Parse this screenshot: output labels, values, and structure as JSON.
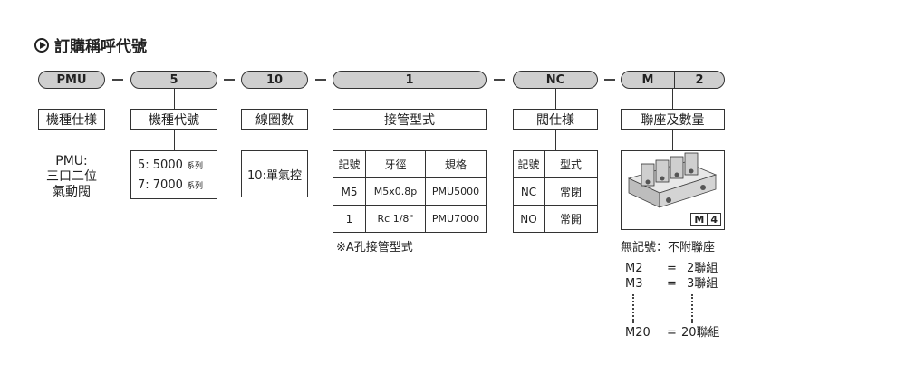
{
  "title": "訂購稱呼代號",
  "pills": [
    "PMU",
    "5",
    "10",
    "1",
    "NC",
    "M",
    "2"
  ],
  "headers": [
    "機種仕様",
    "機種代號",
    "線圈數",
    "接管型式",
    "閥仕様",
    "聯座及數量"
  ],
  "model_spec": {
    "line1": "PMU:",
    "line2": "三口二位",
    "line3": "氣動閥"
  },
  "model_code": {
    "rows": [
      {
        "code": "5: 5000",
        "suffix": "系列"
      },
      {
        "code": "7: 7000",
        "suffix": "系列"
      }
    ]
  },
  "coil": {
    "text": "10:單氣控"
  },
  "port_table": {
    "headers": [
      "記號",
      "牙徑",
      "規格"
    ],
    "rows": [
      [
        "M5",
        "M5x0.8p",
        "PMU5000"
      ],
      [
        "1",
        "Rc 1/8\"",
        "PMU7000"
      ]
    ],
    "note": "※A孔接管型式"
  },
  "valve_table": {
    "headers": [
      "記號",
      "型式"
    ],
    "rows": [
      [
        "NC",
        "常閉"
      ],
      [
        "NO",
        "常開"
      ]
    ]
  },
  "manifold": {
    "image_label_m": "M",
    "image_label_n": "4",
    "no_mark": "無記號：不附聯座",
    "items": [
      {
        "code": "M2",
        "eq": "=",
        "val": "2聯組"
      },
      {
        "code": "M3",
        "eq": "=",
        "val": "3聯組"
      },
      {
        "code": "M20",
        "eq": "=",
        "val": "20聯組"
      }
    ]
  }
}
